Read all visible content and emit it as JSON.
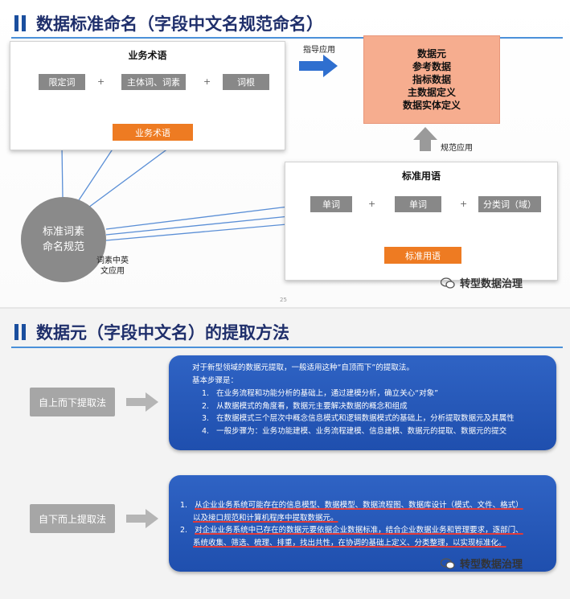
{
  "slide1": {
    "title": "数据标准命名（字段中文名规范命名）",
    "business_panel": {
      "heading": "业务术语",
      "boxes": [
        "限定词",
        "主体词、词素",
        "词根"
      ],
      "plus": "+",
      "result": "业务术语"
    },
    "guide_label": "指导应用",
    "target_box": [
      "数据元",
      "参考数据",
      "指标数据",
      "主数据定义",
      "数据实体定义"
    ],
    "norm_label": "规范应用",
    "standard_panel": {
      "heading": "标准用语",
      "boxes": [
        "单词",
        "单词",
        "分类词（域）"
      ],
      "plus": "+",
      "result": "标准用语"
    },
    "circle_lines": [
      "标准词素",
      "命名规范"
    ],
    "circle_caption": [
      "词素中英",
      "文应用"
    ],
    "page_number": "25",
    "watermark": "转型数据治理",
    "colors": {
      "title_blue": "#1f2f6b",
      "accent_blue": "#3a7fd5",
      "orange": "#ee7b22",
      "salmon": "#f6ad8f",
      "gray_box": "#888888"
    }
  },
  "slide2": {
    "title": "数据元（字段中文名）的提取方法",
    "top_down": {
      "button": "自上而下提取法",
      "intro": "对于新型领域的数据元提取，一般适用这种“自顶而下”的提取法。",
      "basic_steps_label": "基本步骤是：",
      "steps": [
        {
          "num": "1.",
          "text": "在业务流程和功能分析的基础上，通过建模分析，确立关心“对象”"
        },
        {
          "num": "2.",
          "text": "从数据模式的角度看，数据元主要解决数据的概念和组成"
        },
        {
          "num": "3.",
          "text": "在数据模式三个层次中概念信息模式和逻辑数据模式的基础上，分析提取数据元及其属性"
        },
        {
          "num": "4.",
          "text": "一般步骤为：业务功能建模、业务流程建模、信息建模、数据元的提取、数据元的提交"
        }
      ]
    },
    "bottom_up": {
      "button": "自下而上提取法",
      "items": [
        {
          "num": "1.",
          "lines": [
            "从企业业务系统可能存在的信息模型、数据模型、数据流程图、数据库设计（模式、文件、格式）",
            "以及接口规范和计算机程序中提取数据元。"
          ]
        },
        {
          "num": "2.",
          "lines": [
            "对企业业务系统中已存在的数据元要依据企业数据标准，结合企业数据业务和管理要求，逐部门、",
            "系统收集、筛选、梳理、排重，找出共性，在协调的基础上定义、分类整理，以实现标准化。"
          ]
        }
      ]
    },
    "watermark": "转型数据治理"
  }
}
